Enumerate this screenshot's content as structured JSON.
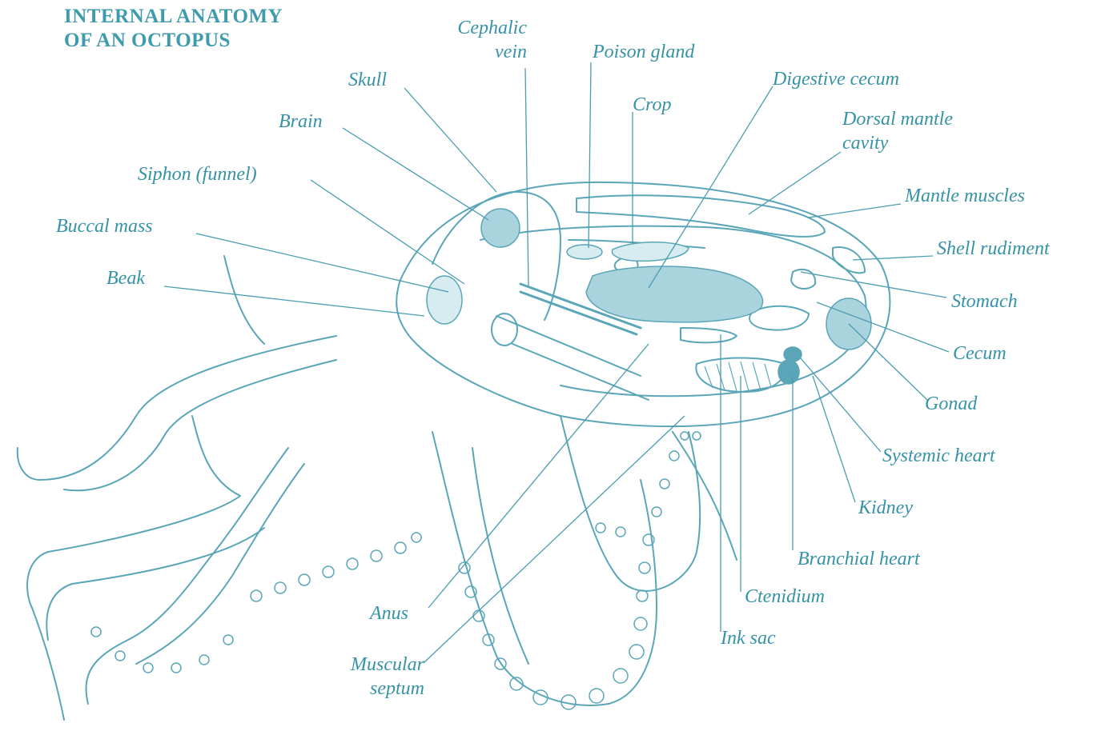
{
  "title": {
    "line1": "INTERNAL ANATOMY",
    "line2": "OF AN OCTOPUS"
  },
  "labels": {
    "cephalic_vein_1": "Cephalic",
    "cephalic_vein_2": "vein",
    "poison_gland": "Poison gland",
    "skull": "Skull",
    "digestive_cecum": "Digestive cecum",
    "crop": "Crop",
    "brain": "Brain",
    "dorsal_mantle_cavity_1": "Dorsal mantle",
    "dorsal_mantle_cavity_2": "cavity",
    "siphon": "Siphon (funnel)",
    "mantle_muscles": "Mantle muscles",
    "buccal_mass": "Buccal mass",
    "shell_rudiment": "Shell rudiment",
    "beak": "Beak",
    "stomach": "Stomach",
    "cecum": "Cecum",
    "gonad": "Gonad",
    "systemic_heart": "Systemic heart",
    "kidney": "Kidney",
    "branchial_heart": "Branchial heart",
    "ctenidium": "Ctenidium",
    "anus": "Anus",
    "ink_sac": "Ink sac",
    "muscular_septum_1": "Muscular",
    "muscular_septum_2": "septum"
  },
  "colors": {
    "ink": "#3e9aad",
    "line": "#4a9db0",
    "fill_light": "#d6ecf1",
    "fill_mid": "#a9d3dd",
    "fill_dark": "#5aa6b8"
  }
}
